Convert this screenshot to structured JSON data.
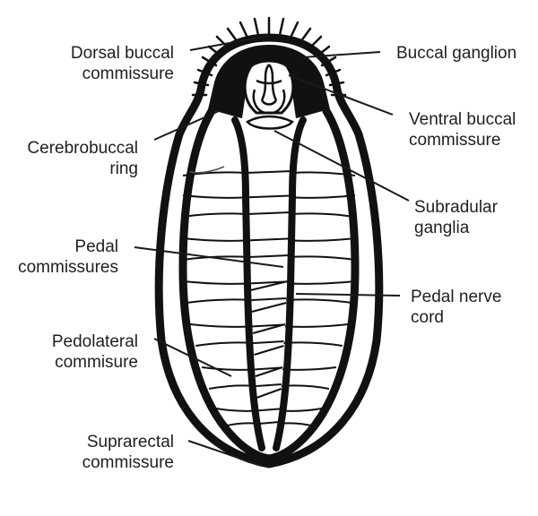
{
  "labels": {
    "dorsal_buccal_commissure": [
      "Dorsal buccal",
      "commissure"
    ],
    "buccal_ganglion": [
      "Buccal ganglion"
    ],
    "ventral_buccal_commissure": [
      "Ventral buccal",
      "commissure"
    ],
    "cerebrobuccal_ring": [
      "Cerebrobuccal",
      "ring"
    ],
    "subradular_ganglia": [
      "Subradular",
      "ganglia"
    ],
    "pedal_commissures": [
      "Pedal",
      "commissures"
    ],
    "pedal_nerve_cord": [
      "Pedal nerve",
      "cord"
    ],
    "pedolateral_commisure": [
      "Pedolateral",
      "commisure"
    ],
    "suprarectal_commissure": [
      "Suprarectal",
      "commissure"
    ]
  },
  "colors": {
    "ink": "#111111",
    "text": "#1f1f1f",
    "background": "#ffffff"
  }
}
